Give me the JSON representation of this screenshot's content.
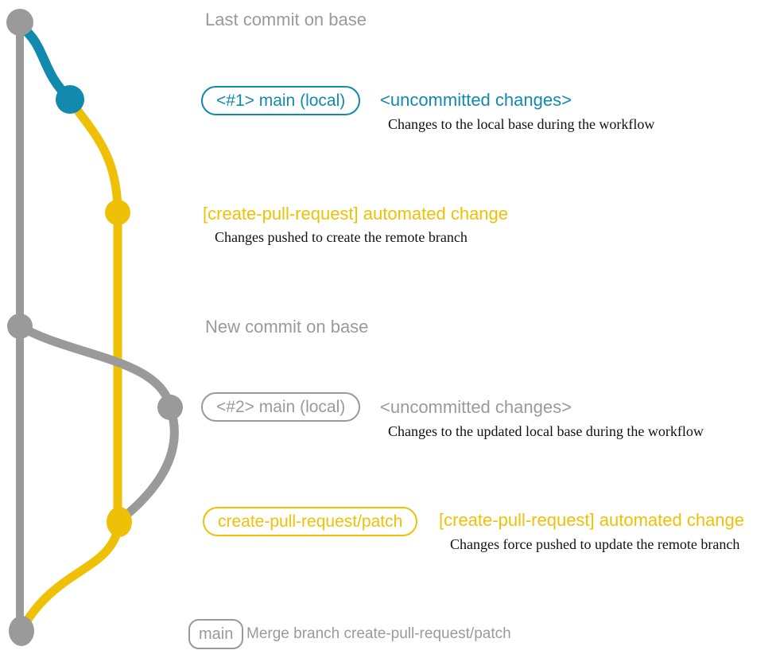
{
  "colors": {
    "base_gray": "#9a9a9a",
    "local_blue": "#128aae",
    "branch_yellow": "#eec107",
    "description_black": "#111111"
  },
  "graph": {
    "base_branch": "base",
    "local_branch": "main (local)",
    "remote_branch": "create-pull-request/patch"
  },
  "annotations": {
    "last_commit_label": "Last commit on base",
    "new_commit_label": "New commit on base",
    "workflow1": {
      "branch_badge": "<#1> main (local)",
      "status": "<uncommitted changes>",
      "status_note": "Changes to the local base during the workflow",
      "commit_message": "[create-pull-request] automated change",
      "commit_note": "Changes pushed to create the remote branch"
    },
    "workflow2": {
      "branch_badge": "<#2> main (local)",
      "status": "<uncommitted changes>",
      "status_note": "Changes to the updated local base during the workflow",
      "remote_branch_badge": "create-pull-request/patch",
      "commit_message": "[create-pull-request] automated change",
      "commit_note": "Changes force pushed to update the remote branch"
    },
    "merge": {
      "branch_badge": "main",
      "commit_message": "Merge branch create-pull-request/patch"
    }
  }
}
